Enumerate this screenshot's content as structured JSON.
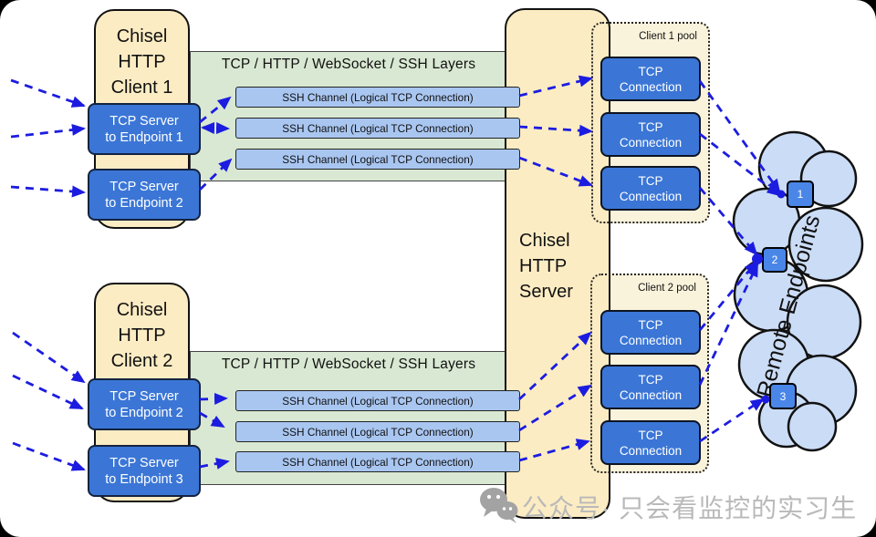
{
  "clients": [
    {
      "title_lines": [
        "Chisel",
        "HTTP",
        "Client 1"
      ],
      "servers": [
        {
          "lines": [
            "TCP Server",
            "to Endpoint 1"
          ]
        },
        {
          "lines": [
            "TCP Server",
            "to Endpoint 2"
          ]
        }
      ]
    },
    {
      "title_lines": [
        "Chisel",
        "HTTP",
        "Client 2"
      ],
      "servers": [
        {
          "lines": [
            "TCP Server",
            "to Endpoint 2"
          ]
        },
        {
          "lines": [
            "TCP Server",
            "to Endpoint 3"
          ]
        }
      ]
    }
  ],
  "layers_band": {
    "title": "TCP / HTTP / WebSocket / SSH Layers",
    "channel_label": "SSH Channel (Logical TCP Connection)"
  },
  "server": {
    "title_lines": [
      "Chisel",
      "HTTP",
      "Server"
    ]
  },
  "pools": [
    {
      "label": "Client 1 pool"
    },
    {
      "label": "Client 2 pool"
    }
  ],
  "tcp_connection": {
    "lines": [
      "TCP",
      "Connection"
    ]
  },
  "cloud": {
    "label": "Remote Endpoints",
    "endpoints": [
      "1",
      "2",
      "3"
    ]
  },
  "watermark": {
    "icon": "wechat-icon",
    "text": "公众号· 只会看监控的实习生"
  },
  "colors": {
    "cream_box": "#fcecc3",
    "pool_fill": "#faf3dc",
    "green_band": "#d9e8d2",
    "blue_box": "#3b76d6",
    "ssh_bar": "#a9c6f1",
    "cloud": "#cbdcf6",
    "endpoint_square": "#4a86e8",
    "arrow": "#1c1ce0",
    "watermark_gray": "#b9b9b9"
  }
}
